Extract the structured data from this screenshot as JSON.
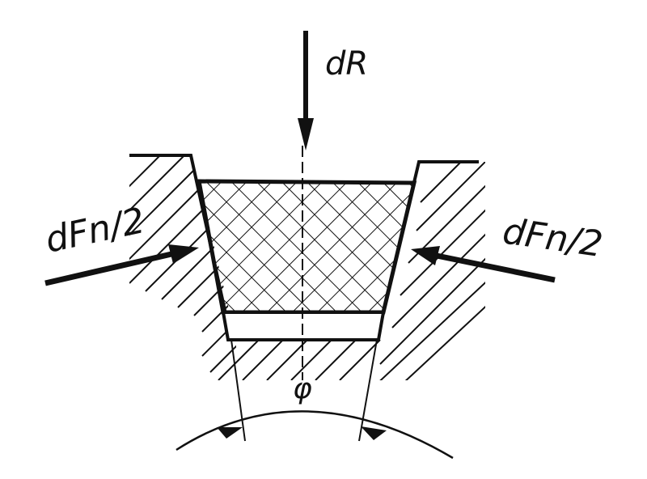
{
  "diagram": {
    "labels": {
      "top_force": "dR",
      "left_force": "dFn/2",
      "right_force": "dFn/2",
      "angle": "φ"
    },
    "colors": {
      "ink": "#111111",
      "background": "#ffffff"
    }
  }
}
